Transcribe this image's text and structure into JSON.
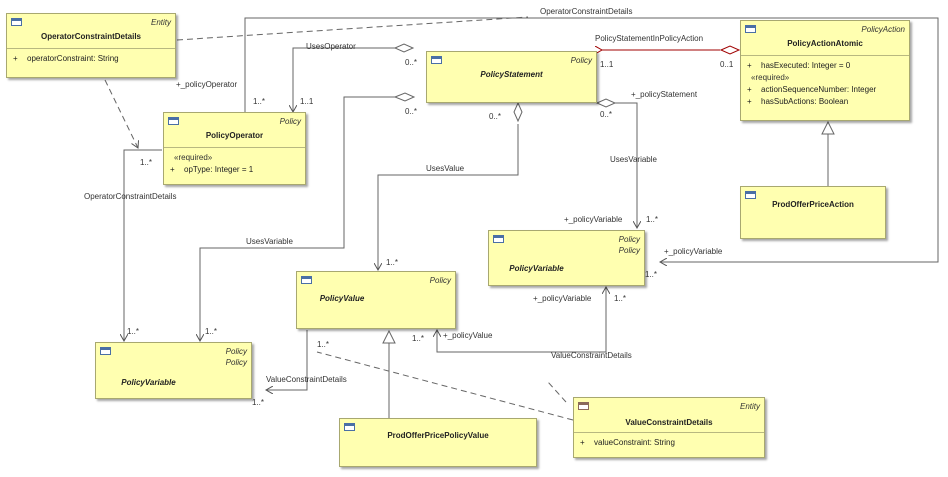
{
  "classes": {
    "operatorConstraintDetails": {
      "stereotype": "Entity",
      "name": "OperatorConstraintDetails",
      "attr": "operatorConstraint: String",
      "vis": "+"
    },
    "policyOperator": {
      "stereotype": "Policy",
      "name": "PolicyOperator",
      "required": "«required»",
      "attr": "opType: Integer = 1",
      "vis": "+"
    },
    "policyStatement": {
      "stereotype": "Policy",
      "name": "PolicyStatement"
    },
    "policyActionAtomic": {
      "stereotype": "PolicyAction",
      "name": "PolicyActionAtomic",
      "attr1": "hasExecuted: Integer = 0",
      "required": "«required»",
      "attr2": "actionSequenceNumber: Integer",
      "attr3": "hasSubActions: Boolean",
      "vis": "+"
    },
    "prodOfferPriceAction": {
      "name": "ProdOfferPriceAction"
    },
    "policyVariableRight": {
      "stereotype1": "Policy",
      "stereotype2": "Policy",
      "name": "PolicyVariable"
    },
    "policyValue": {
      "stereotype": "Policy",
      "name": "PolicyValue"
    },
    "policyVariableLeft": {
      "stereotype1": "Policy",
      "stereotype2": "Policy",
      "name": "PolicyVariable"
    },
    "prodOfferPricePolicyValue": {
      "name": "ProdOfferPricePolicyValue"
    },
    "valueConstraintDetails": {
      "stereotype": "Entity",
      "name": "ValueConstraintDetails",
      "attr": "valueConstraint: String",
      "vis": "+"
    }
  },
  "labels": {
    "opConstraintTop": "OperatorConstraintDetails",
    "policyOperatorRole": "+_policyOperator",
    "usesOperator": "UsesOperator",
    "psInPolicyAction": "PolicyStatementInPolicyAction",
    "m_0star_a": "0..*",
    "m_1_1_a": "1..1",
    "m_0_1": "0..1",
    "m_1star_a": "1..*",
    "m_1_1_b": "1..1",
    "m_0star_b": "0..*",
    "policyStatementRole": "+_policyStatement",
    "m_0star_c": "0..*",
    "m_0star_d": "0..*",
    "usesValue": "UsesValue",
    "usesVariableRight": "UsesVariable",
    "m_1star_b": "1..*",
    "opConstraintLeft": "OperatorConstraintDetails",
    "usesVariableLeft": "UsesVariable",
    "m_1star_c": "1..*",
    "policyVariableRole1": "+_policyVariable",
    "m_1star_d": "1..*",
    "policyVariableRole2": "+_policyVariable",
    "m_1star_e": "1..*",
    "policyVariableRole3": "+_policyVariable",
    "m_1star_f": "1..*",
    "m_1star_g": "1..*",
    "m_1star_h": "1..*",
    "m_1star_i": "1..*",
    "policyValueRole": "+_policyValue",
    "m_1star_j": "1..*",
    "valueConstraintRight": "ValueConstraintDetails",
    "valueConstraintLeft": "ValueConstraintDetails",
    "m_1star_k": "1..*"
  }
}
